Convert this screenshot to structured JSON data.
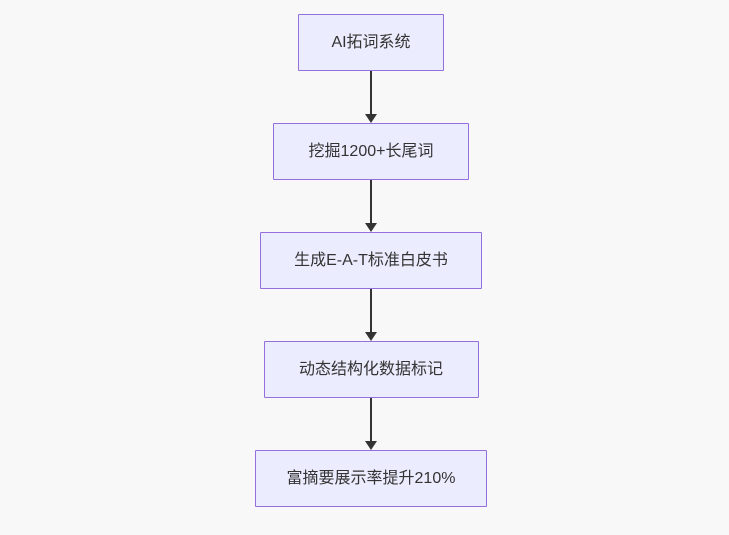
{
  "flowchart": {
    "type": "flowchart",
    "direction": "top-down",
    "nodes": [
      {
        "label": "AI拓词系统"
      },
      {
        "label": "挖掘1200+长尾词"
      },
      {
        "label": "生成E-A-T标准白皮书"
      },
      {
        "label": "动态结构化数据标记"
      },
      {
        "label": "富摘要展示率提升210%"
      }
    ],
    "edges": [
      {
        "from": 0,
        "to": 1,
        "arrow": "down"
      },
      {
        "from": 1,
        "to": 2,
        "arrow": "down"
      },
      {
        "from": 2,
        "to": 3,
        "arrow": "down"
      },
      {
        "from": 3,
        "to": 4,
        "arrow": "down"
      }
    ],
    "colors": {
      "background": "#f8f8f8",
      "node_fill": "#ECECFF",
      "node_border": "#9370DB",
      "node_text": "#333333",
      "arrow": "#333333"
    }
  }
}
